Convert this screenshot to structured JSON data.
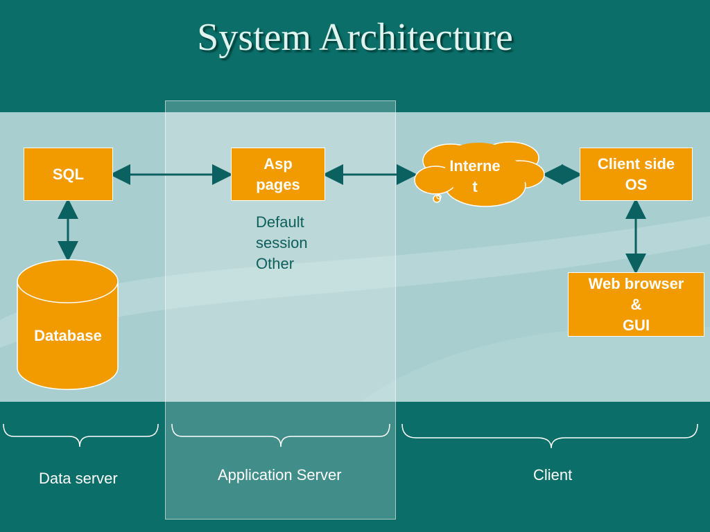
{
  "title": "System Architecture",
  "nodes": {
    "sql": "SQL",
    "asp": "Asp\npages",
    "internet": "Interne\nt",
    "client_os": "Client side\nOS",
    "web_browser": "Web browser\n&\nGUI",
    "database": "Database"
  },
  "asp_notes": [
    "Default",
    "session",
    "Other"
  ],
  "tiers": {
    "data_server": "Data server",
    "application_server": "Application Server",
    "client": "Client"
  },
  "colors": {
    "background": "#0b6e68",
    "band": "#a9cecf",
    "box_fill": "#f29b00",
    "arrow": "#0b6060"
  }
}
